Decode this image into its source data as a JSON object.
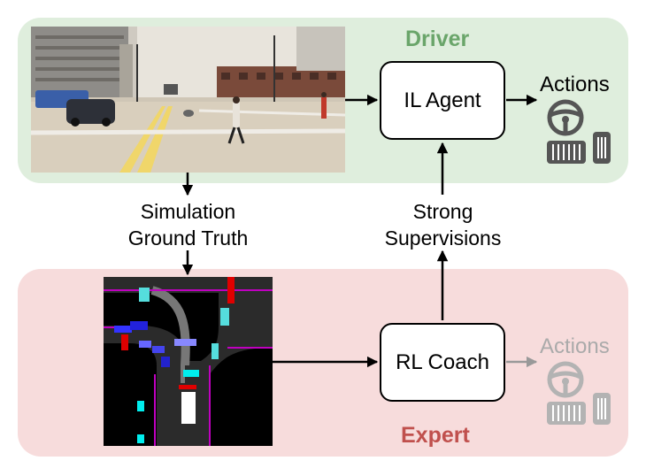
{
  "driver": {
    "title": "Driver",
    "title_color": "#6aa56a",
    "agent_label": "IL Agent",
    "actions_label": "Actions"
  },
  "expert": {
    "title": "Expert",
    "title_color": "#c0504d",
    "coach_label": "RL Coach",
    "actions_label": "Actions"
  },
  "links": {
    "simulation_line1": "Simulation",
    "simulation_line2": "Ground Truth",
    "supervision_line1": "Strong",
    "supervision_line2": "Supervisions"
  },
  "icons": {
    "camera_view": "street-camera-image",
    "bev_view": "birds-eye-view-image",
    "steering": "steering-wheel-icon",
    "pedals": "pedals-icon"
  }
}
